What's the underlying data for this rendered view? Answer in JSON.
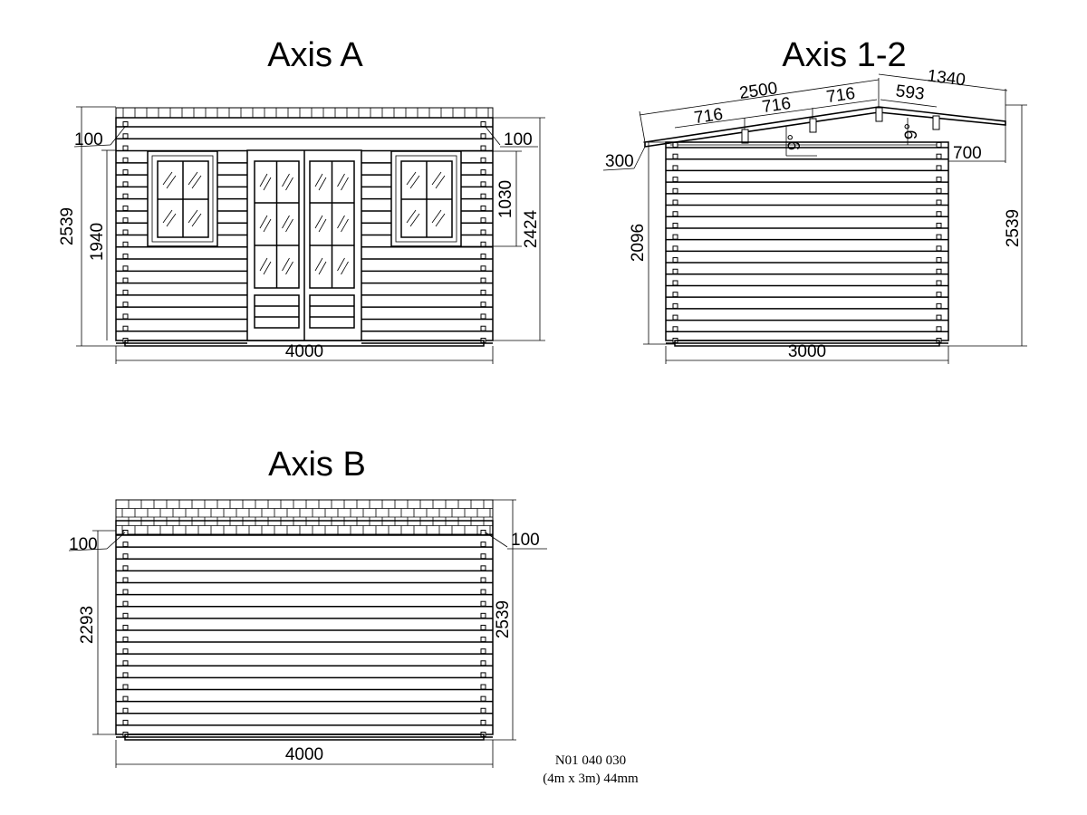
{
  "titles": {
    "axis_a": "Axis A",
    "axis_12": "Axis 1-2",
    "axis_b": "Axis B"
  },
  "axis_a_dims": {
    "total_height": "2539",
    "wall_height": "1940",
    "left_offset": "100",
    "right_offset": "100",
    "window_height": "1030",
    "door_height": "2424",
    "width": "4000"
  },
  "axis_12_dims": {
    "rafter": "2500",
    "overhang_top": "1340",
    "purlin_1": "716",
    "purlin_2": "716",
    "purlin_3": "716",
    "purlin_4": "593",
    "eave": "300",
    "overhang": "700",
    "wall_height": "2096",
    "total_height": "2539",
    "width": "3000",
    "angle_1": "9°",
    "angle_2": "9°"
  },
  "axis_b_dims": {
    "left_offset": "100",
    "right_offset": "100",
    "wall_height": "2293",
    "total_height": "2539",
    "width": "4000"
  },
  "reference": {
    "code": "N01 040 030",
    "spec": "(4m x 3m) 44mm"
  }
}
